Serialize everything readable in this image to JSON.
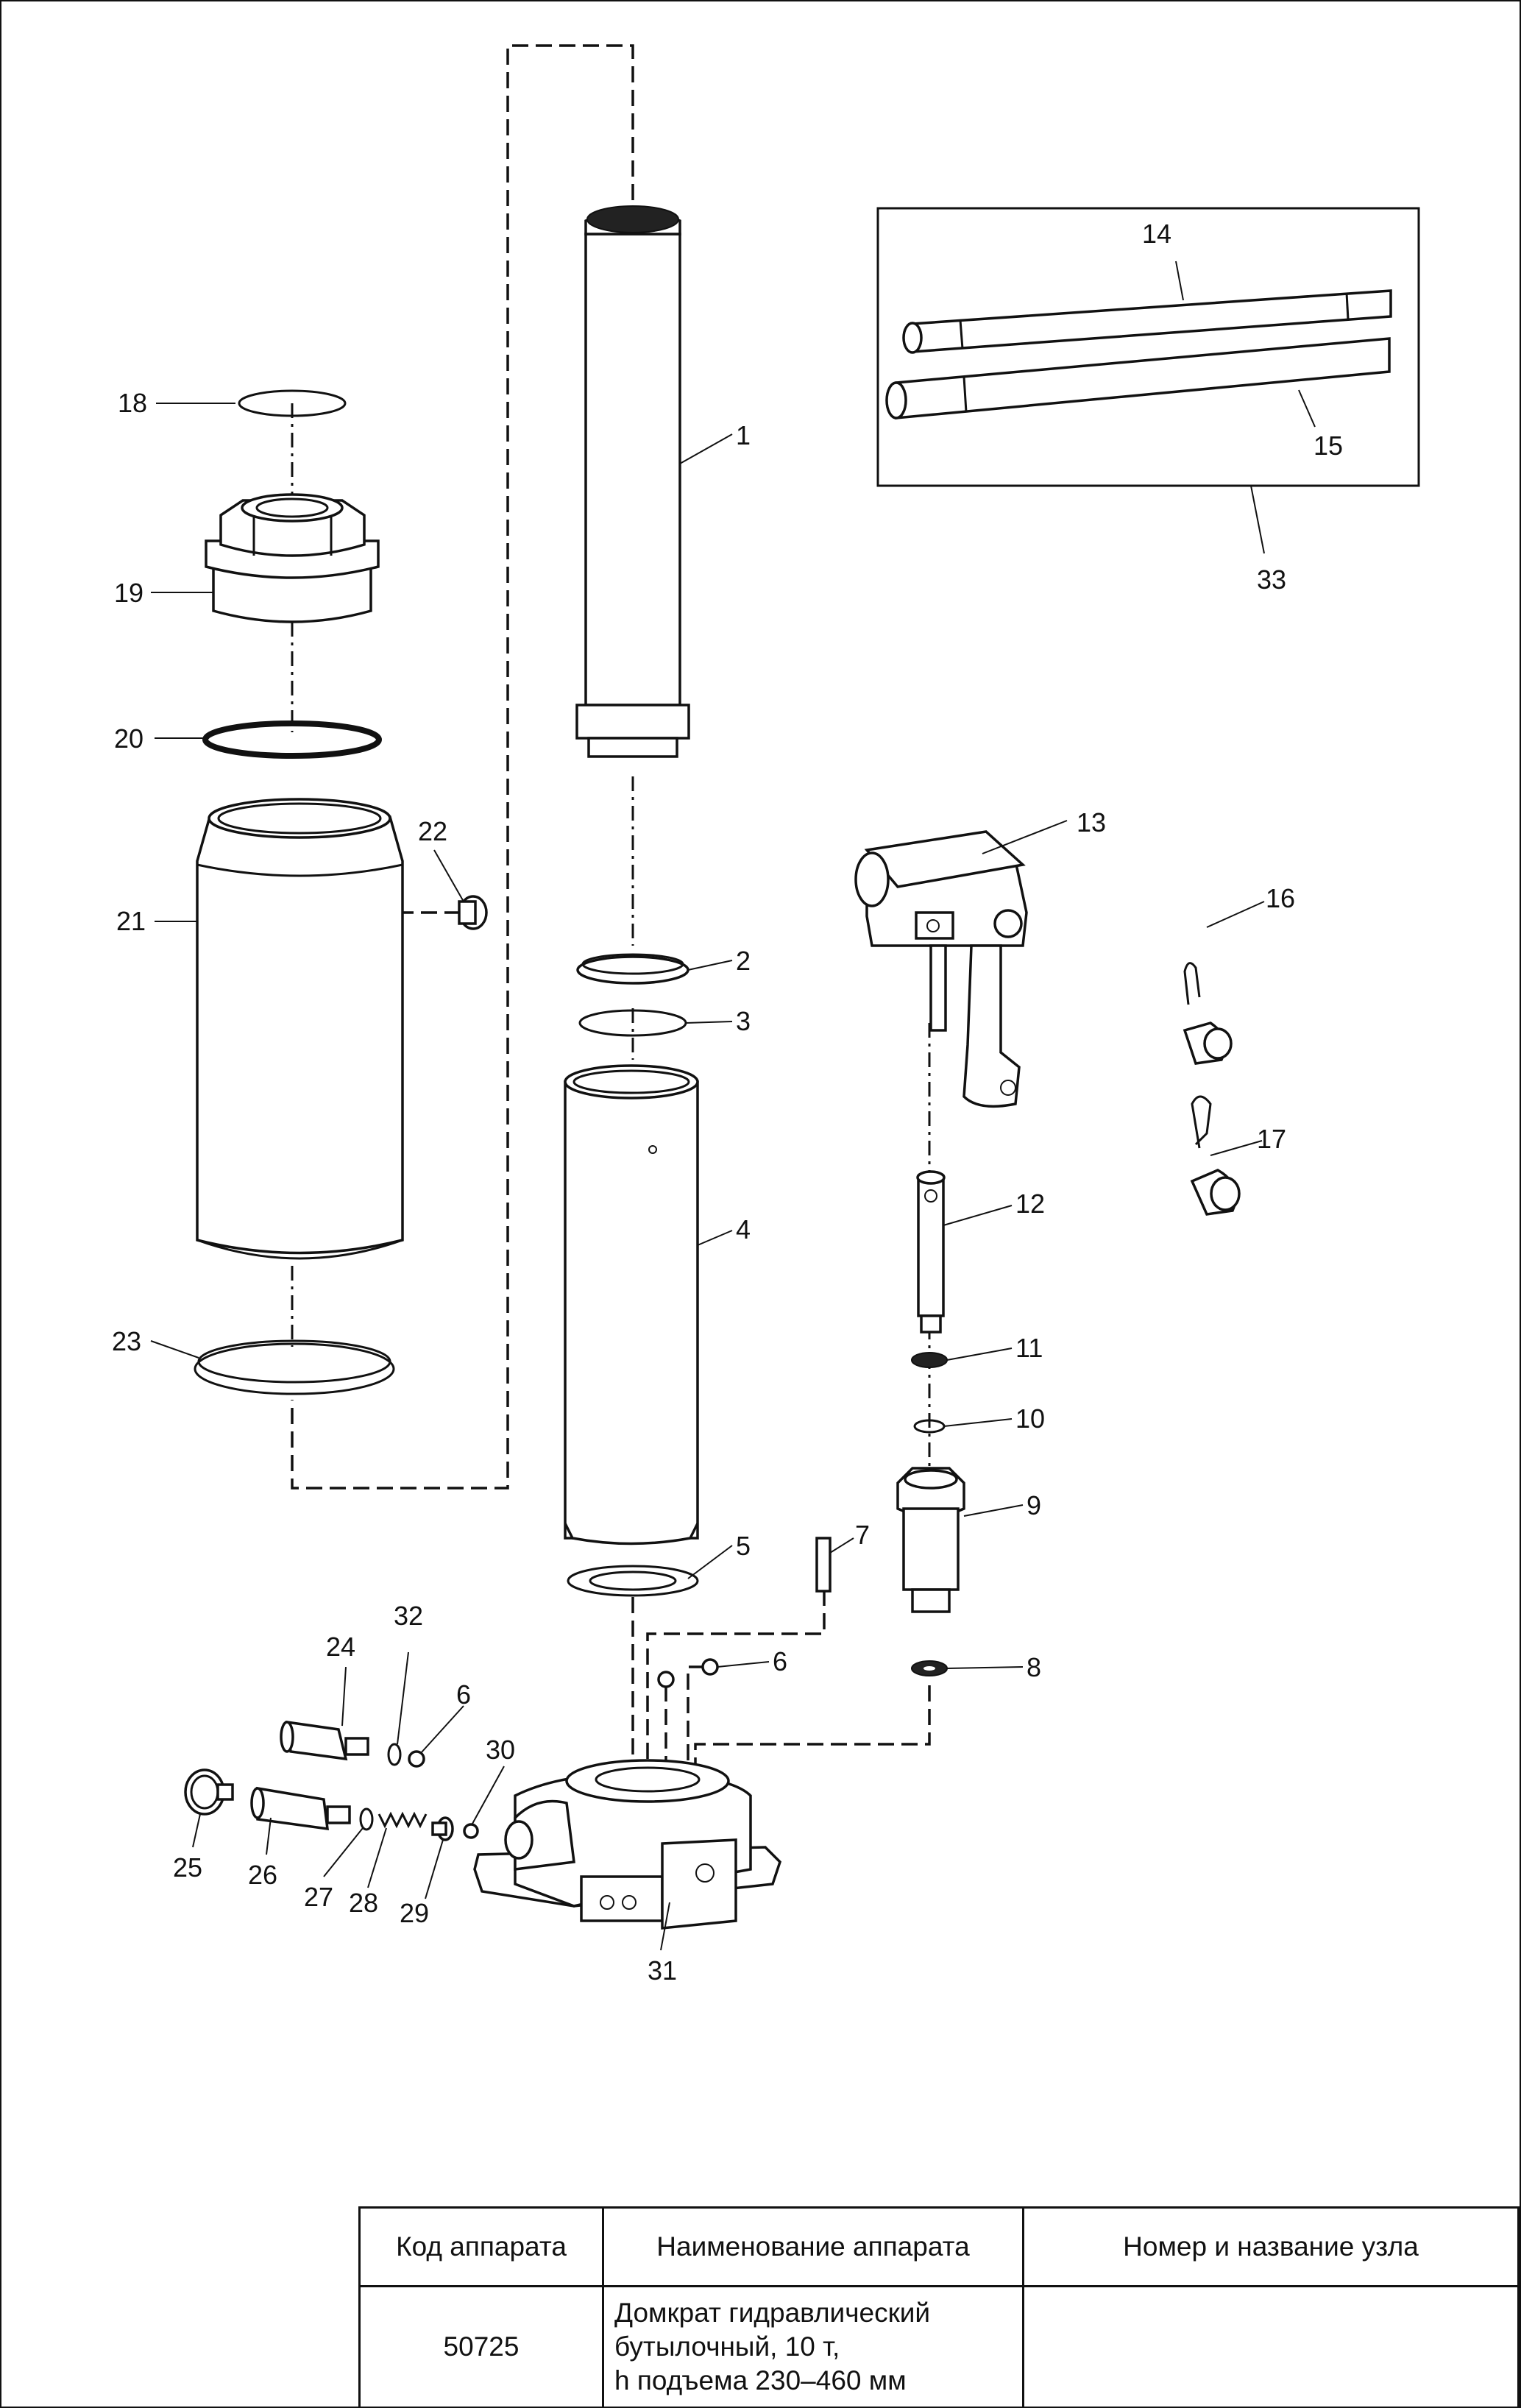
{
  "diagram": {
    "labels": [
      "1",
      "2",
      "3",
      "4",
      "5",
      "6",
      "6",
      "7",
      "8",
      "9",
      "10",
      "11",
      "12",
      "13",
      "14",
      "15",
      "16",
      "17",
      "18",
      "19",
      "20",
      "21",
      "22",
      "23",
      "24",
      "25",
      "26",
      "27",
      "28",
      "29",
      "30",
      "31",
      "32",
      "33"
    ]
  },
  "title_block": {
    "headers": {
      "code": "Код аппарата",
      "name": "Наименование аппарата",
      "unit": "Номер и название узла"
    },
    "code": "50725",
    "name_lines": [
      "Домкрат гидравлический",
      "бутылочный, 10 т,",
      "h подъема 230–460 мм"
    ],
    "unit": ""
  }
}
